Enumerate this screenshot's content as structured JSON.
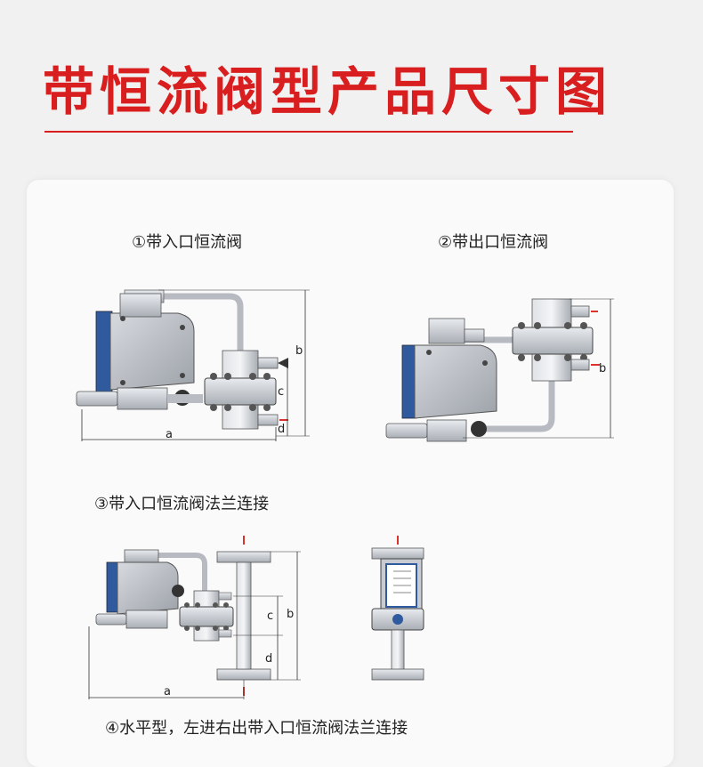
{
  "title": "带恒流阀型产品尺寸图",
  "captions": {
    "fig1": "①带入口恒流阀",
    "fig2": "②带出口恒流阀",
    "fig3": "③带入口恒流阀法兰连接",
    "fig4": "④水平型，左进右出带入口恒流阀法兰连接"
  },
  "dims": {
    "a": "a",
    "b": "b",
    "c": "c",
    "d": "d"
  },
  "colors": {
    "title": "#d81e1e",
    "housing_blue": "#2f5a9e",
    "metal": "#c9cdd3",
    "arrow": "#d9342b"
  }
}
